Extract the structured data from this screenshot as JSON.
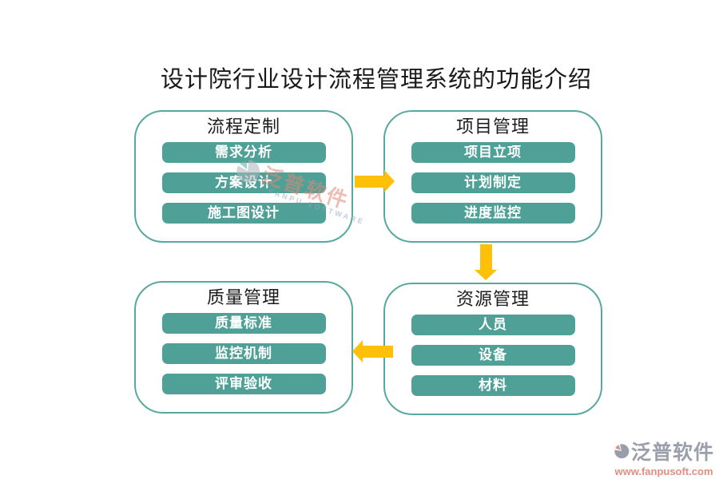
{
  "page": {
    "title": "设计院行业设计流程管理系统的功能介绍",
    "background": "#ffffff"
  },
  "colors": {
    "box_border_teal": "#58a89f",
    "item_teal": "#4fa197",
    "arrow_yellow": "#fec008",
    "title_black": "#1a1a1a",
    "logo_gray": "#9095a2",
    "logo_coral": "#de8273"
  },
  "groups": [
    {
      "id": "process",
      "title": "流程定制",
      "items": [
        "需求分析",
        "方案设计",
        "施工图设计"
      ]
    },
    {
      "id": "project",
      "title": "项目管理",
      "items": [
        "项目立项",
        "计划制定",
        "进度监控"
      ]
    },
    {
      "id": "quality",
      "title": "质量管理",
      "items": [
        "质量标准",
        "监控机制",
        "评审验收"
      ]
    },
    {
      "id": "resource",
      "title": "资源管理",
      "items": [
        "人员",
        "设备",
        "材料"
      ]
    }
  ],
  "flow": [
    "流程定制 → 项目管理",
    "项目管理 → 资源管理",
    "资源管理 → 质量管理"
  ],
  "watermark": {
    "text": "泛普软件",
    "subtext": "FANPU SOFTWARE"
  },
  "footer_logo": {
    "brand": "泛普软件",
    "url": "www.fanpusoft.com"
  }
}
